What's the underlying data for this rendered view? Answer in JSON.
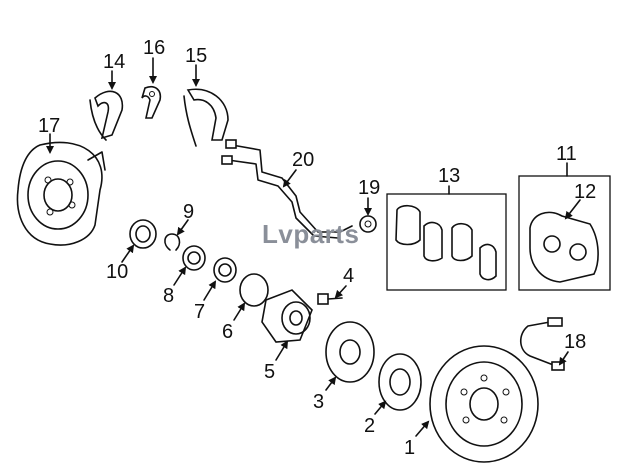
{
  "watermark": "Lvparts",
  "callouts": {
    "c1": "1",
    "c2": "2",
    "c3": "3",
    "c4": "4",
    "c5": "5",
    "c6": "6",
    "c7": "7",
    "c8": "8",
    "c9": "9",
    "c10": "10",
    "c11": "11",
    "c12": "12",
    "c13": "13",
    "c14": "14",
    "c15": "15",
    "c16": "16",
    "c17": "17",
    "c18": "18",
    "c19": "19",
    "c20": "20"
  }
}
